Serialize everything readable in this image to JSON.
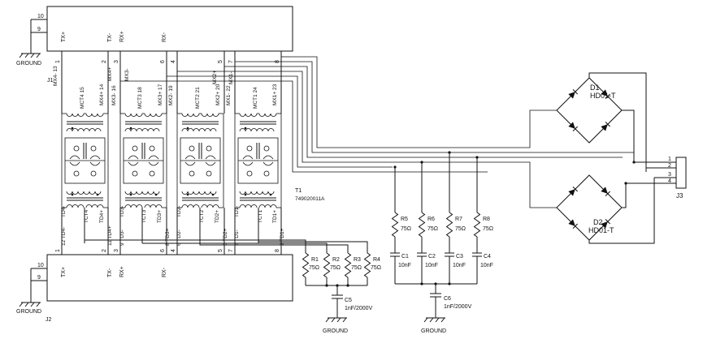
{
  "ground_label": "GROUND",
  "j1": {
    "ref": "J1",
    "pins_left": [
      "10",
      "9"
    ],
    "pin_nums": [
      "1",
      "2",
      "3",
      "6",
      "4",
      "5",
      "7",
      "8"
    ],
    "signals": [
      "TX+",
      "TX-",
      "RX+",
      "RX-"
    ],
    "vlabels": [
      "MX4- 13",
      "MX4+ 14",
      "MX3- 16",
      "MX3+ 17",
      "MX2- 19",
      "MX2+ 20",
      "MX1- 22",
      "MX1+ 23"
    ],
    "ct_labels": [
      "MCT4 15",
      "MCT3 18",
      "MCT2 21",
      "MCT1 24"
    ],
    "short_labels": [
      "MX4+",
      "MX3-",
      "MX2+",
      "MX1-"
    ]
  },
  "t1": {
    "ref": "T1",
    "part": "749020011A"
  },
  "j2": {
    "ref": "J2",
    "pins_left": [
      "10",
      "9"
    ],
    "pin_nums": [
      "1",
      "2",
      "3",
      "6",
      "4",
      "5",
      "7",
      "8"
    ],
    "signals": [
      "TX+",
      "TX-",
      "RX+",
      "RX-"
    ],
    "low_labels": [
      "12 TD4-",
      "11 TD4+",
      "9 TD3-",
      "8 TD3+",
      "6 TD2-",
      "5 TD2+",
      "3 TD1-",
      "2 TD1+"
    ],
    "ct_labels": [
      "TCT4",
      "TD4-",
      "TCT3",
      "TD3-",
      "TCT2",
      "TD2-",
      "TCT1",
      "TD1-"
    ],
    "mid_labels": [
      "TD4+",
      "TD3+",
      "TD2+",
      "TD1+"
    ]
  },
  "resistors_left": [
    {
      "ref": "R1",
      "value": "75Ω"
    },
    {
      "ref": "R2",
      "value": "75Ω"
    },
    {
      "ref": "R3",
      "value": "75Ω"
    },
    {
      "ref": "R4",
      "value": "75Ω"
    }
  ],
  "c5": {
    "ref": "C5",
    "value": "1nF/2000V"
  },
  "resistors_right": [
    {
      "ref": "R5",
      "value": "75Ω"
    },
    {
      "ref": "R6",
      "value": "75Ω"
    },
    {
      "ref": "R7",
      "value": "75Ω"
    },
    {
      "ref": "R8",
      "value": "75Ω"
    }
  ],
  "caps_right": [
    {
      "ref": "C1",
      "value": "10nF"
    },
    {
      "ref": "C2",
      "value": "10nF"
    },
    {
      "ref": "C3",
      "value": "10nF"
    },
    {
      "ref": "C4",
      "value": "10nF"
    }
  ],
  "c6": {
    "ref": "C6",
    "value": "1nF/2000V"
  },
  "d1": {
    "ref": "D1",
    "part": "HD01-T"
  },
  "d2": {
    "ref": "D2",
    "part": "HD01-T"
  },
  "j3": {
    "ref": "J3",
    "pins": [
      "1",
      "2",
      "3",
      "4"
    ]
  }
}
